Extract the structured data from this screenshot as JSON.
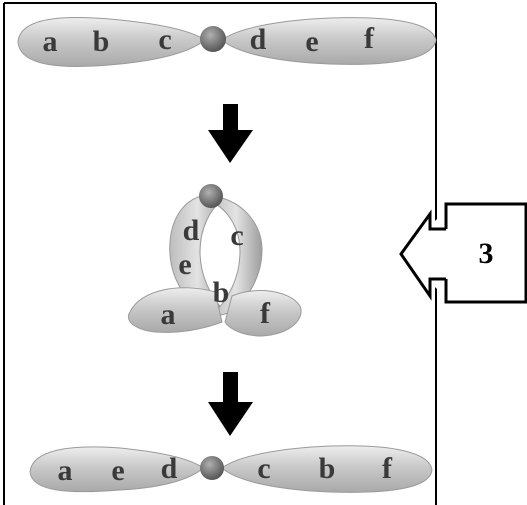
{
  "chromosome_top": {
    "left_arm_genes": [
      "a",
      "b",
      "c"
    ],
    "right_arm_genes": [
      "d",
      "e",
      "f"
    ]
  },
  "loop": {
    "genes": [
      "d",
      "c",
      "e",
      "b",
      "a",
      "f"
    ]
  },
  "chromosome_bottom": {
    "left_arm_genes": [
      "a",
      "e",
      "d"
    ],
    "right_arm_genes": [
      "c",
      "b",
      "f"
    ]
  },
  "callout": {
    "number": "3"
  },
  "colors": {
    "chromosome_fill": "#cfcfcf",
    "centromere": "#707070",
    "arrow": "#000000"
  }
}
